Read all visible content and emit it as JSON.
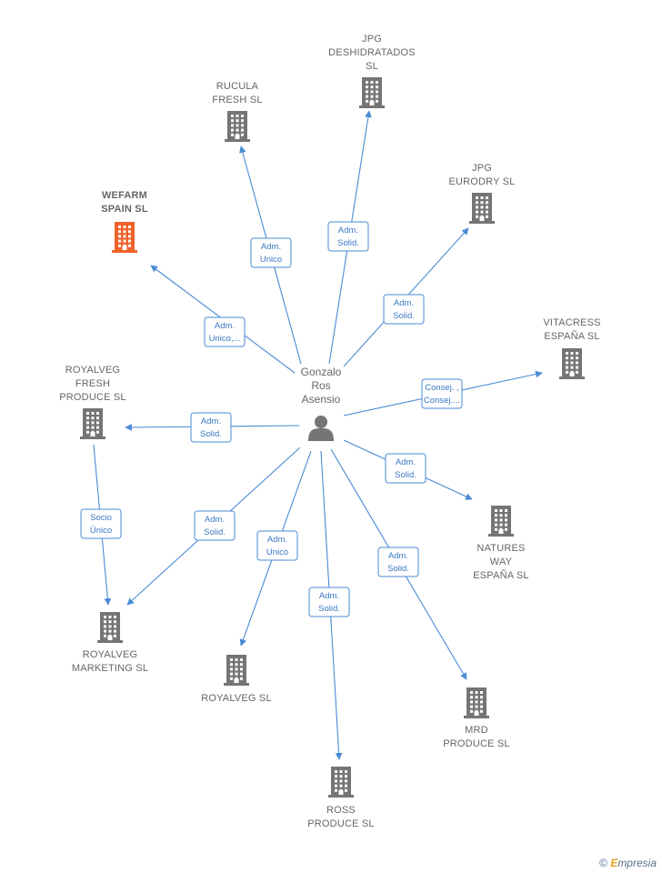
{
  "person": {
    "label": [
      "Gonzalo",
      "Ros",
      "Asensio"
    ],
    "icon": "person-icon"
  },
  "companies": [
    {
      "id": "rucula",
      "label": [
        "RUCULA",
        "FRESH  SL"
      ],
      "icon": "building-icon",
      "highlight": false
    },
    {
      "id": "jpg-deshidratados",
      "label": [
        "JPG",
        "DESHIDRATADOS",
        "SL"
      ],
      "icon": "building-icon",
      "highlight": false
    },
    {
      "id": "jpg-eurodry",
      "label": [
        "JPG",
        "EURODRY  SL"
      ],
      "icon": "building-icon",
      "highlight": false
    },
    {
      "id": "wefarm",
      "label": [
        "WEFARM",
        "SPAIN  SL"
      ],
      "icon": "building-icon",
      "highlight": true
    },
    {
      "id": "vitacress",
      "label": [
        "VITACRESS",
        "ESPAÑA SL"
      ],
      "icon": "building-icon",
      "highlight": false
    },
    {
      "id": "royalveg-fresh",
      "label": [
        "ROYALVEG",
        "FRESH",
        "PRODUCE SL"
      ],
      "icon": "building-icon",
      "highlight": false
    },
    {
      "id": "natures-way",
      "label": [
        "NATURES",
        "WAY",
        "ESPAÑA SL"
      ],
      "icon": "building-icon",
      "highlight": false
    },
    {
      "id": "royalveg-marketing",
      "label": [
        "ROYALVEG",
        "MARKETING SL"
      ],
      "icon": "building-icon",
      "highlight": false
    },
    {
      "id": "royalveg",
      "label": [
        "ROYALVEG SL"
      ],
      "icon": "building-icon",
      "highlight": false
    },
    {
      "id": "mrd",
      "label": [
        "MRD",
        "PRODUCE  SL"
      ],
      "icon": "building-icon",
      "highlight": false
    },
    {
      "id": "ross",
      "label": [
        "ROSS",
        "PRODUCE  SL"
      ],
      "icon": "building-icon",
      "highlight": false
    }
  ],
  "edges": [
    {
      "from": "person",
      "to": "rucula",
      "label": [
        "Adm.",
        "Unico"
      ]
    },
    {
      "from": "person",
      "to": "jpg-deshidratados",
      "label": [
        "Adm.",
        "Solid."
      ]
    },
    {
      "from": "person",
      "to": "jpg-eurodry",
      "label": [
        "Adm.",
        "Solid."
      ]
    },
    {
      "from": "person",
      "to": "wefarm",
      "label": [
        "Adm.",
        "Unico,..."
      ]
    },
    {
      "from": "person",
      "to": "vitacress",
      "label": [
        "Consej. ,",
        "Consej...."
      ]
    },
    {
      "from": "person",
      "to": "royalveg-fresh",
      "label": [
        "Adm.",
        "Solid."
      ]
    },
    {
      "from": "person",
      "to": "natures-way",
      "label": [
        "Adm.",
        "Solid."
      ]
    },
    {
      "from": "person",
      "to": "royalveg-marketing",
      "label": [
        "Adm.",
        "Solid."
      ]
    },
    {
      "from": "person",
      "to": "royalveg",
      "label": [
        "Adm.",
        "Unico"
      ]
    },
    {
      "from": "person",
      "to": "ross",
      "label": [
        "Adm.",
        "Solid."
      ]
    },
    {
      "from": "person",
      "to": "mrd",
      "label": [
        "Adm.",
        "Solid."
      ]
    },
    {
      "from": "royalveg-fresh",
      "to": "royalveg-marketing",
      "label": [
        "Socio",
        "Único"
      ]
    }
  ],
  "colors": {
    "edge": "#4a8bd4",
    "building": "#757575",
    "highlight": "#f0632a",
    "label": "#666666"
  },
  "footer": {
    "copyright": "©",
    "brand_initial": "E",
    "brand_rest": "mpresia"
  }
}
